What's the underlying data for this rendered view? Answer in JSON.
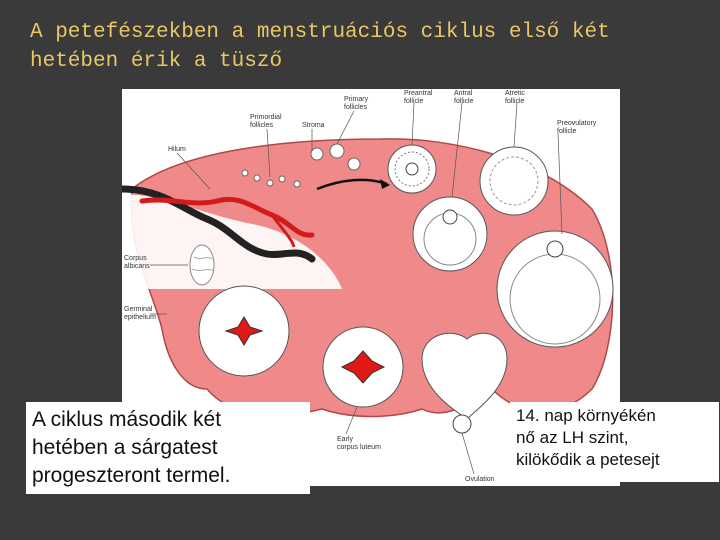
{
  "title": {
    "line1": "A petefészekben a menstruációs ciklus első két",
    "line2": "hetében érik a tüsző"
  },
  "figure": {
    "labels": {
      "primary_follicles": [
        "Primary",
        "follicles"
      ],
      "preantral_follicle": [
        "Preantral",
        "follicle"
      ],
      "antral_follicle": [
        "Antral",
        "follicle"
      ],
      "atretic_follicle": [
        "Atretic",
        "follicle"
      ],
      "primordial_follicles": [
        "Primordial",
        "follicles"
      ],
      "stroma": "Stroma",
      "hilum": "Hilum",
      "preovulatory_follicle": [
        "Preovulatory",
        "follicle"
      ],
      "corpus_albicans": [
        "Corpus",
        "albicans"
      ],
      "germinal_epithelium": [
        "Germinal",
        "epithelium"
      ],
      "early_corpus_luteum": [
        "Early",
        "corpus luteum"
      ],
      "ovulation": "Ovulation"
    }
  },
  "captions": {
    "left": [
      "A ciklus második két",
      "hetében a sárgatest",
      "progeszteront termel."
    ],
    "right": [
      "14. nap környékén",
      "nő az LH szint,",
      "kilökődik a petesejt"
    ]
  },
  "colors": {
    "background": "#3a3a3a",
    "title": "#e8c766",
    "ovary": "#f08a8a",
    "ovary_outline": "#b04848",
    "corpus_luteum_core": "#e01818"
  }
}
